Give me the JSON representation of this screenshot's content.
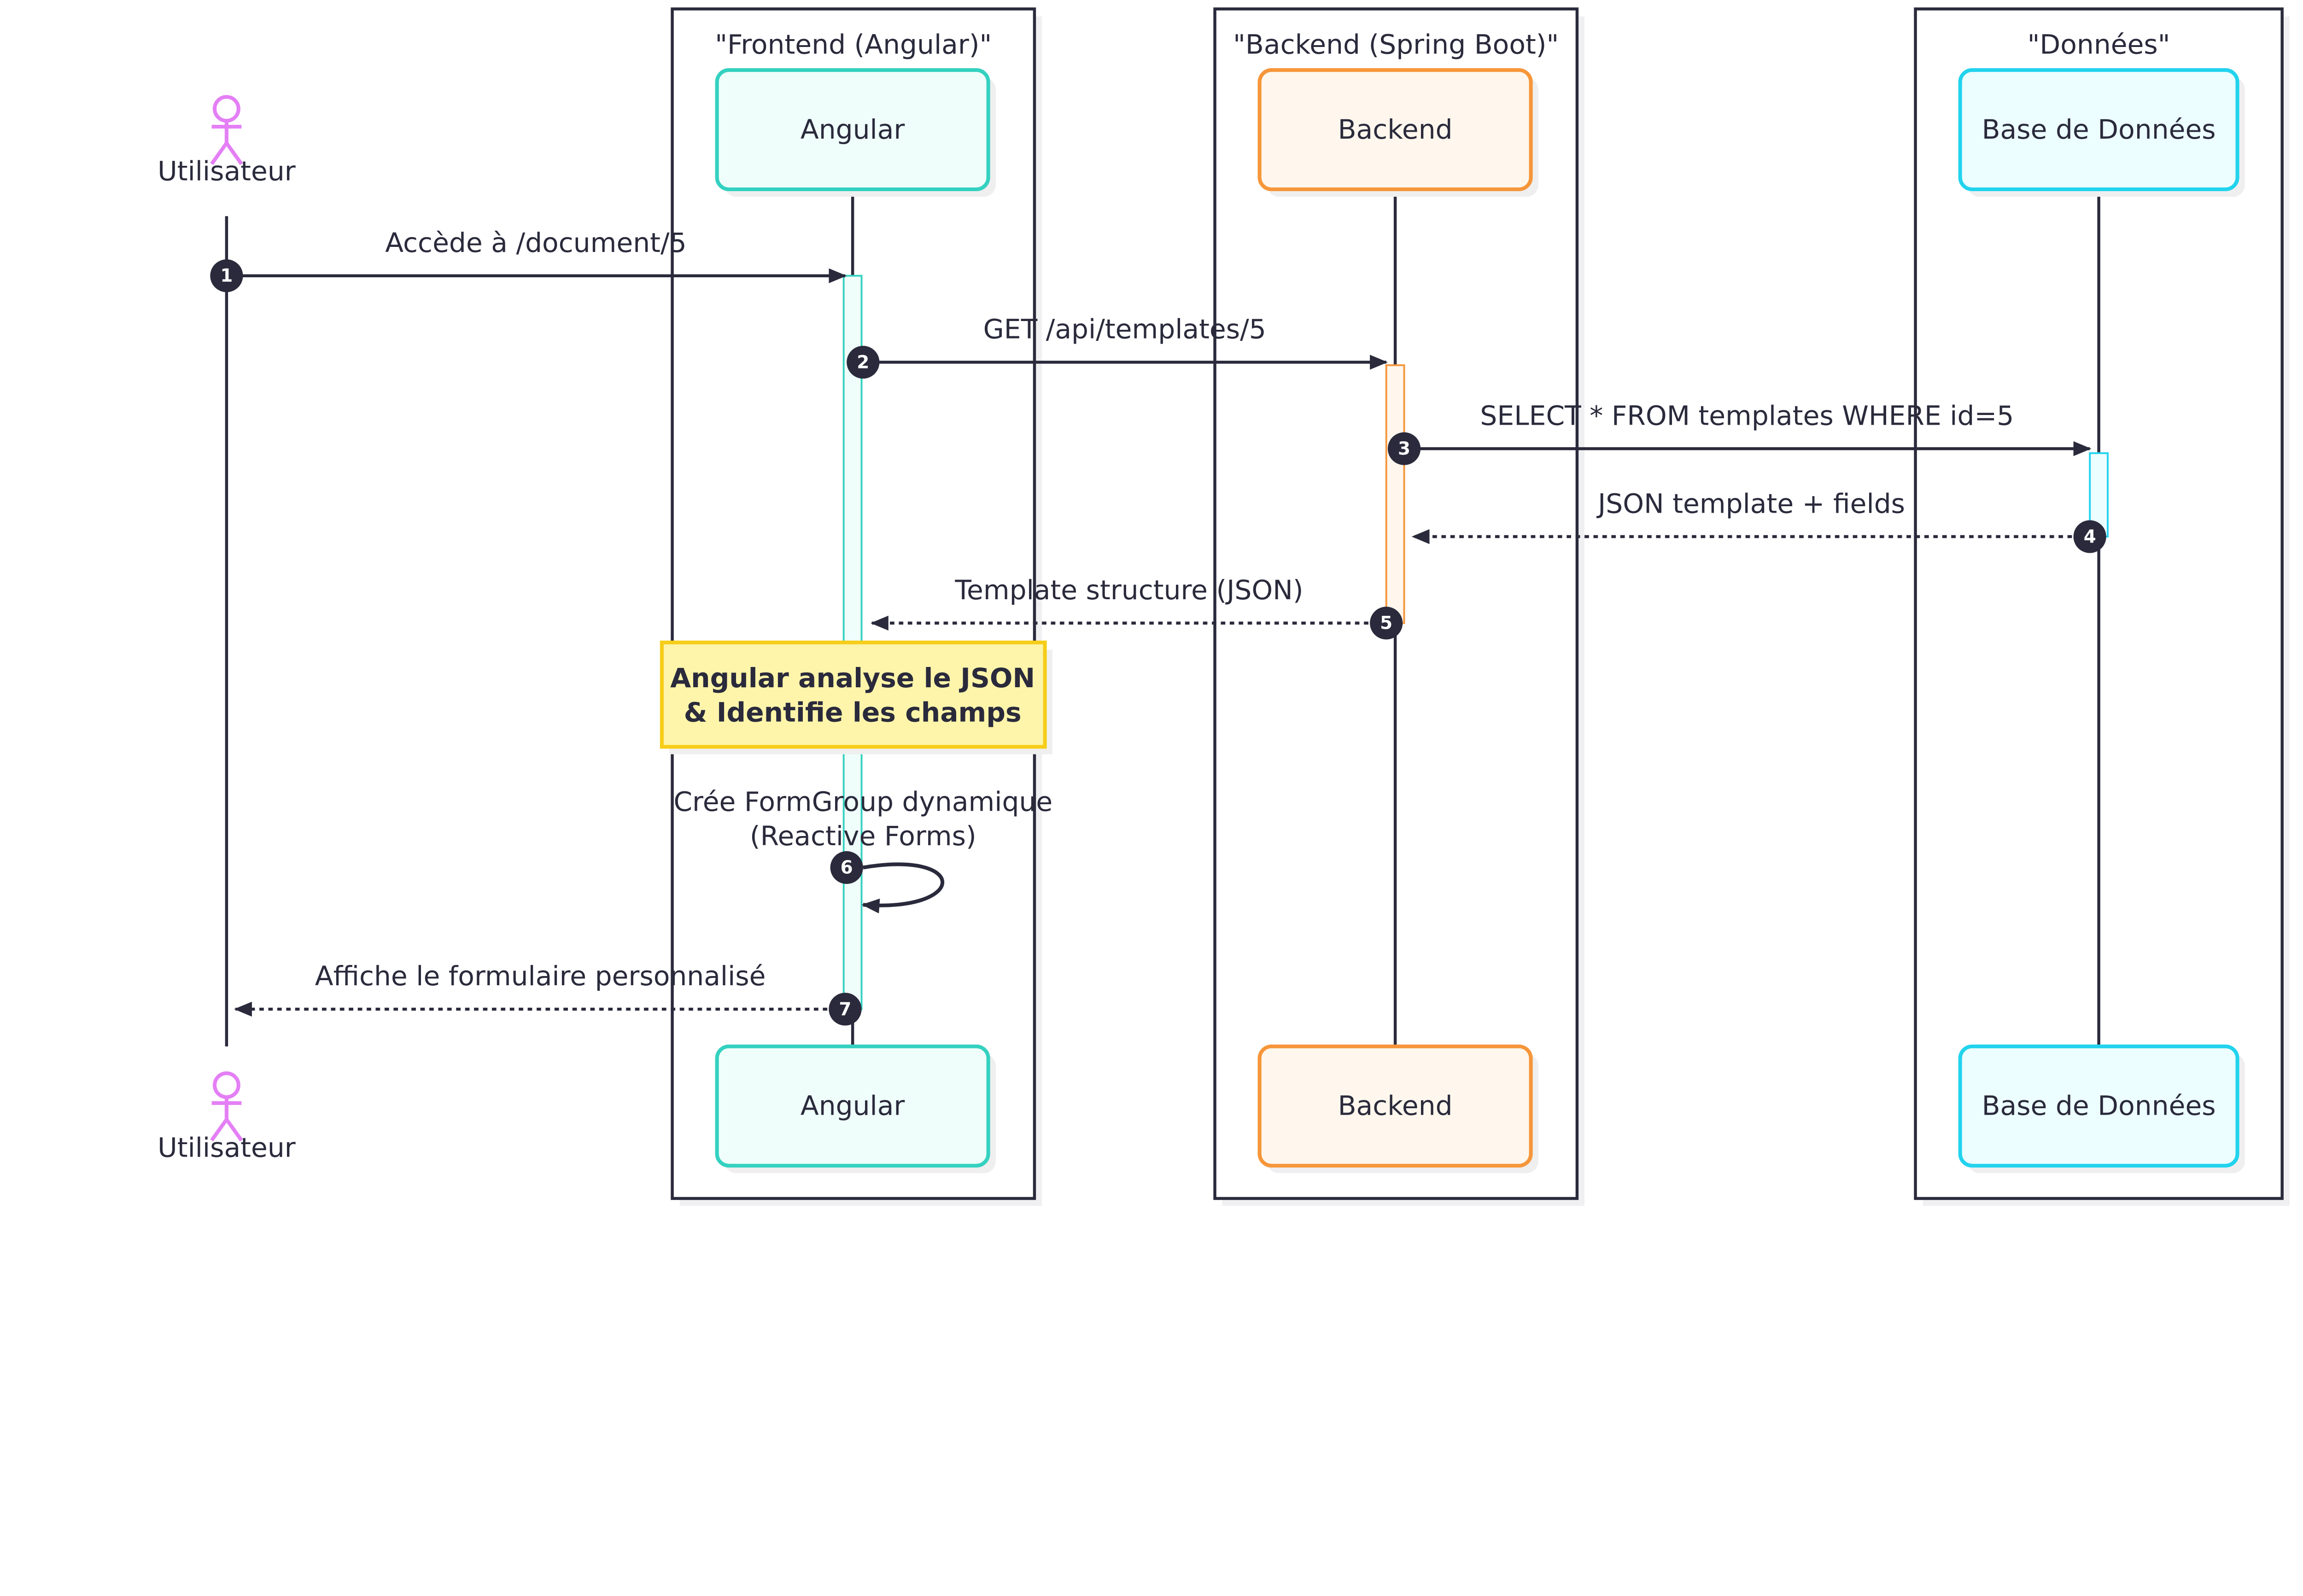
{
  "groups": [
    {
      "title": "\"Frontend (Angular)\""
    },
    {
      "title": "\"Backend (Spring Boot)\""
    },
    {
      "title": "\"Données\""
    }
  ],
  "participants": [
    {
      "name": "Utilisateur",
      "type": "actor",
      "color": "#e47ff5"
    },
    {
      "name": "Angular",
      "type": "participant",
      "stroke": "#34d1c0",
      "fill": "#effefa"
    },
    {
      "name": "Backend",
      "type": "participant",
      "stroke": "#f6963a",
      "fill": "#fff7ed"
    },
    {
      "name": "Base de Données",
      "type": "participant",
      "stroke": "#22d3ee",
      "fill": "#ecfeff"
    }
  ],
  "messages": [
    {
      "num": "1",
      "label": "Accède à /document/5",
      "from": 0,
      "to": 1,
      "style": "solid"
    },
    {
      "num": "2",
      "label": "GET /api/templates/5",
      "from": 1,
      "to": 2,
      "style": "solid"
    },
    {
      "num": "3",
      "label": "SELECT * FROM templates WHERE id=5",
      "from": 2,
      "to": 3,
      "style": "solid"
    },
    {
      "num": "4",
      "label": "JSON template + fields",
      "from": 3,
      "to": 2,
      "style": "dotted"
    },
    {
      "num": "5",
      "label": "Template structure (JSON)",
      "from": 2,
      "to": 1,
      "style": "dotted"
    },
    {
      "num": "6",
      "label": [
        "Crée FormGroup dynamique",
        "(Reactive Forms)"
      ],
      "from": 1,
      "to": 1,
      "style": "solid"
    },
    {
      "num": "7",
      "label": "Affiche le formulaire personnalisé",
      "from": 1,
      "to": 0,
      "style": "dotted"
    }
  ],
  "note": {
    "lines": [
      "Angular analyse le JSON",
      "& Identifie les champs"
    ],
    "fill": "#fef5aa",
    "stroke": "#f6cd18"
  },
  "colors": {
    "ink": "#2a2a3c"
  }
}
